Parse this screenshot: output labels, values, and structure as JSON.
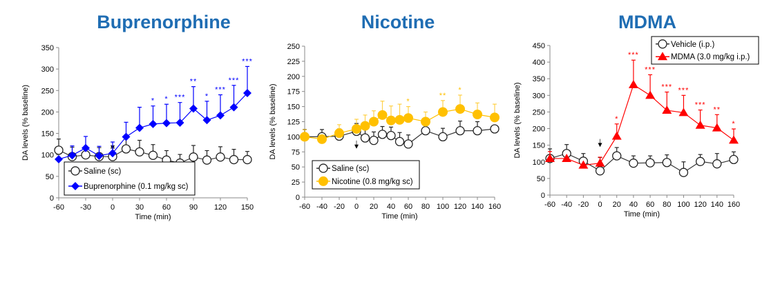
{
  "chart_data": [
    {
      "type": "line",
      "title": "Buprenorphine",
      "xlabel": "Time (min)",
      "ylabel": "DA levels (% baseline)",
      "xlim": [
        -60,
        150
      ],
      "ylim": [
        0,
        350
      ],
      "xticks": [
        -60,
        -30,
        0,
        30,
        60,
        90,
        120,
        150
      ],
      "yticks": [
        0,
        50,
        100,
        150,
        200,
        250,
        300,
        350
      ],
      "injection_arrow_at": 0,
      "legend_position": "bottom-left",
      "x": [
        -60,
        -45,
        -30,
        -15,
        0,
        15,
        30,
        45,
        60,
        75,
        90,
        105,
        120,
        135,
        150
      ],
      "series": [
        {
          "name": "Saline (sc)",
          "color": "#000000",
          "marker": "open-circle",
          "values": [
            111,
            96,
            100,
            96,
            96,
            114,
            107,
            99,
            88,
            81,
            95,
            88,
            95,
            89,
            89
          ],
          "error_upper": [
            137,
            118,
            118,
            117,
            116,
            140,
            134,
            124,
            110,
            101,
            122,
            110,
            119,
            113,
            108
          ]
        },
        {
          "name": "Buprenorphine (0.1 mg/kg sc)",
          "color": "#0000ff",
          "marker": "diamond",
          "values": [
            90,
            99,
            116,
            98,
            104,
            142,
            163,
            172,
            174,
            175,
            208,
            181,
            192,
            211,
            244
          ],
          "error_upper": [
            90,
            121,
            143,
            120,
            130,
            176,
            211,
            214,
            218,
            222,
            259,
            225,
            240,
            262,
            306
          ],
          "significance": [
            "",
            "",
            "",
            "",
            "",
            "",
            "",
            "*",
            "*",
            "***",
            "**",
            "*",
            "***",
            "***",
            "***"
          ]
        }
      ]
    },
    {
      "type": "line",
      "title": "Nicotine",
      "xlabel": "Time (min)",
      "ylabel": "DA levels (% baseline)",
      "xlim": [
        -60,
        160
      ],
      "ylim": [
        0,
        250
      ],
      "xticks": [
        -60,
        -40,
        -20,
        0,
        20,
        40,
        60,
        80,
        100,
        120,
        140,
        160
      ],
      "yticks": [
        0,
        25,
        50,
        75,
        100,
        125,
        150,
        175,
        200,
        225,
        250
      ],
      "injection_arrow_at": 0,
      "legend_position": "bottom-left",
      "x": [
        -60,
        -40,
        -20,
        0,
        10,
        20,
        30,
        40,
        50,
        60,
        80,
        100,
        120,
        140,
        160
      ],
      "series": [
        {
          "name": "Saline (sc)",
          "color": "#000000",
          "marker": "open-circle",
          "values": [
            100,
            100,
            101,
            109,
            98,
            94,
            104,
            102,
            92,
            88,
            110,
            100,
            110,
            110,
            113
          ],
          "error_upper": [
            112,
            112,
            113,
            122,
            115,
            108,
            117,
            116,
            107,
            103,
            110,
            114,
            126,
            125,
            113
          ]
        },
        {
          "name": "Nicotine (0.8 mg/kg sc)",
          "color": "#ffc000",
          "marker": "filled-circle",
          "values": [
            100,
            96,
            106,
            113,
            118,
            125,
            136,
            127,
            128,
            131,
            125,
            141,
            146,
            137,
            132
          ],
          "error_upper": [
            112,
            96,
            120,
            129,
            136,
            143,
            159,
            151,
            154,
            150,
            141,
            160,
            169,
            156,
            154
          ],
          "significance": [
            "",
            "",
            "",
            "",
            "",
            "",
            "",
            "",
            "",
            "*",
            "",
            "**",
            "*",
            "",
            ""
          ]
        }
      ]
    },
    {
      "type": "line",
      "title": "MDMA",
      "xlabel": "Time (min)",
      "ylabel": "DA levels (% baseline)",
      "xlim": [
        -60,
        160
      ],
      "ylim": [
        0,
        450
      ],
      "xticks": [
        -60,
        -40,
        -20,
        0,
        20,
        40,
        60,
        80,
        100,
        120,
        140,
        160
      ],
      "yticks": [
        0,
        50,
        100,
        150,
        200,
        250,
        300,
        350,
        400,
        450
      ],
      "injection_arrow_at": 0,
      "legend_position": "top-right",
      "x": [
        -60,
        -40,
        -20,
        0,
        20,
        40,
        60,
        80,
        100,
        120,
        140,
        160
      ],
      "series": [
        {
          "name": "Vehicle (i.p.)",
          "color": "#000000",
          "marker": "open-circle",
          "values": [
            110,
            125,
            102,
            73,
            118,
            96,
            97,
            98,
            68,
            101,
            94,
            107
          ],
          "error_upper": [
            139,
            152,
            125,
            113,
            143,
            118,
            118,
            121,
            100,
            122,
            125,
            130
          ]
        },
        {
          "name": "MDMA (3.0 mg/kg i.p.)",
          "color": "#ff0000",
          "marker": "triangle",
          "values": [
            110,
            110,
            90,
            96,
            177,
            332,
            300,
            255,
            248,
            210,
            202,
            165
          ],
          "error_upper": [
            131,
            110,
            90,
            114,
            214,
            406,
            362,
            310,
            300,
            256,
            242,
            199
          ],
          "significance": [
            "",
            "",
            "",
            "",
            "*",
            "***",
            "***",
            "***",
            "***",
            "***",
            "**",
            "*"
          ]
        }
      ]
    }
  ]
}
